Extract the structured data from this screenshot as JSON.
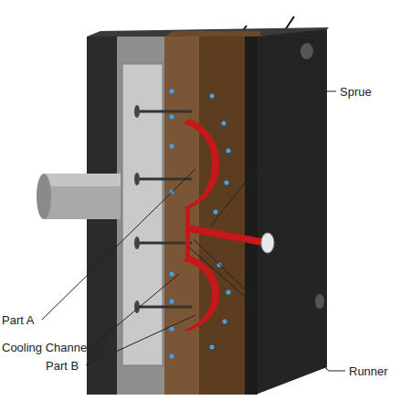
{
  "diagram": {
    "labels": [
      "Sprue",
      "Part A",
      "Cooling Channel",
      "Part B",
      "Runner"
    ]
  }
}
